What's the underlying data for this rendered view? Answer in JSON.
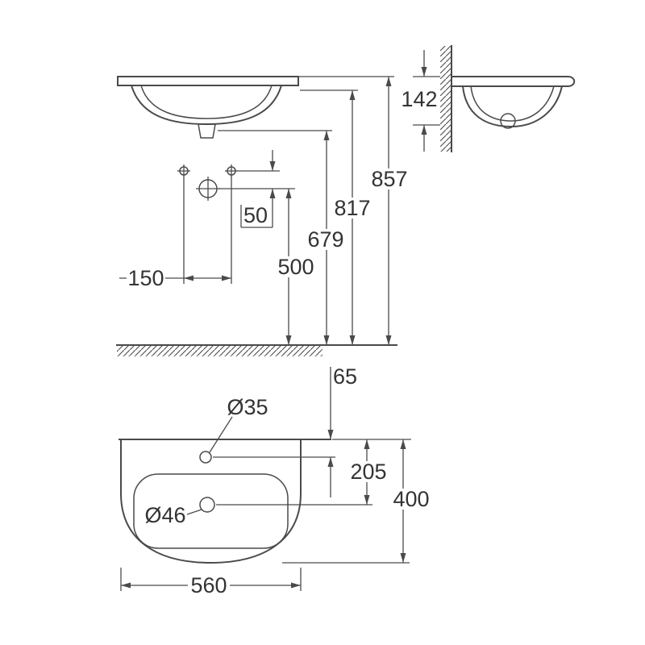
{
  "views": {
    "front": {
      "dim_hole_spacing": "50",
      "dim_tap_hole_distance": "150",
      "dim_supply_height": "500",
      "dim_drain_height": "679",
      "dim_rim_height": "817",
      "dim_overall_height": "857"
    },
    "side": {
      "dim_basin_depth": "142"
    },
    "plan": {
      "dim_tap_hole_offset": "65",
      "dim_tap_hole_diameter": "Ø35",
      "dim_drain_offset": "205",
      "dim_overall_depth": "400",
      "dim_drain_diameter": "Ø46",
      "dim_overall_width": "560"
    }
  },
  "colors": {
    "line": "#4a4a4a",
    "text": "#333333",
    "background": "#ffffff"
  }
}
